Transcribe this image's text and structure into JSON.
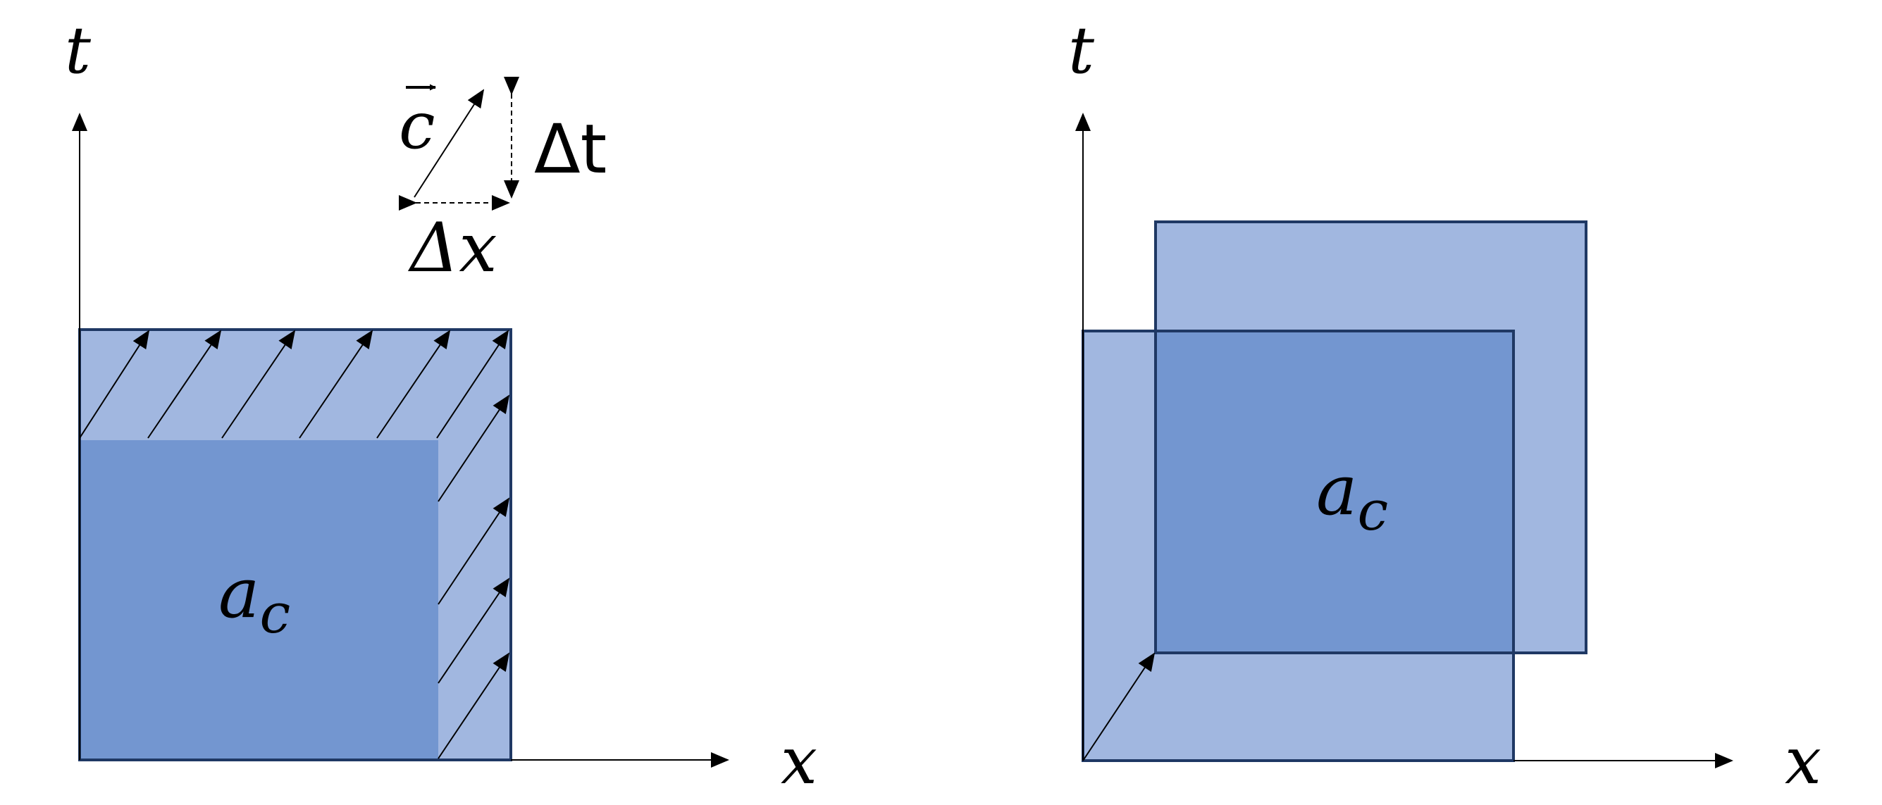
{
  "colors": {
    "light_fill": "#A1B7E0",
    "dark_fill": "#7396D0",
    "outline": "#1F3864",
    "line": "#000000"
  },
  "left_panel": {
    "t_axis_label": "t",
    "x_axis_label": "x",
    "region_label": "a",
    "region_subscript": "c",
    "velocity_vector_label": "c",
    "delta_t_label": "Δt",
    "delta_x_label": "Δx"
  },
  "right_panel": {
    "t_axis_label": "t",
    "x_axis_label": "x",
    "region_label": "a",
    "region_subscript": "c"
  }
}
